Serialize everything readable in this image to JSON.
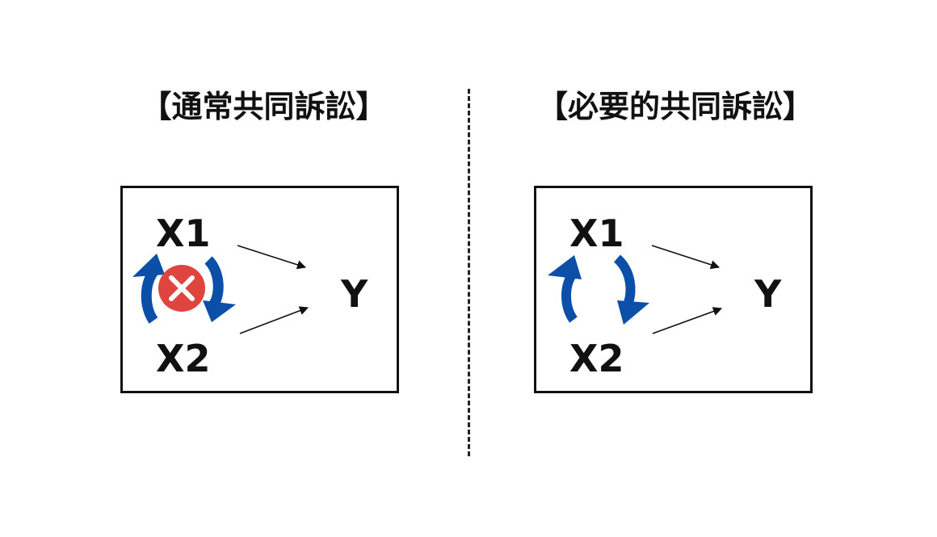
{
  "left": {
    "title": "【通常共同訴訟】",
    "party_x1": "X1",
    "party_x2": "X2",
    "party_y": "Y"
  },
  "right": {
    "title": "【必要的共同訴訟】",
    "party_x1": "X1",
    "party_x2": "X2",
    "party_y": "Y"
  },
  "colors": {
    "arrow_blue": "#0b4fa8",
    "cross_red": "#e0443e",
    "line": "#111111"
  },
  "icons": {
    "left_cycle": "cycle-arrows-icon",
    "left_cross": "cross-circle-icon",
    "right_cycle": "cycle-arrows-icon"
  }
}
